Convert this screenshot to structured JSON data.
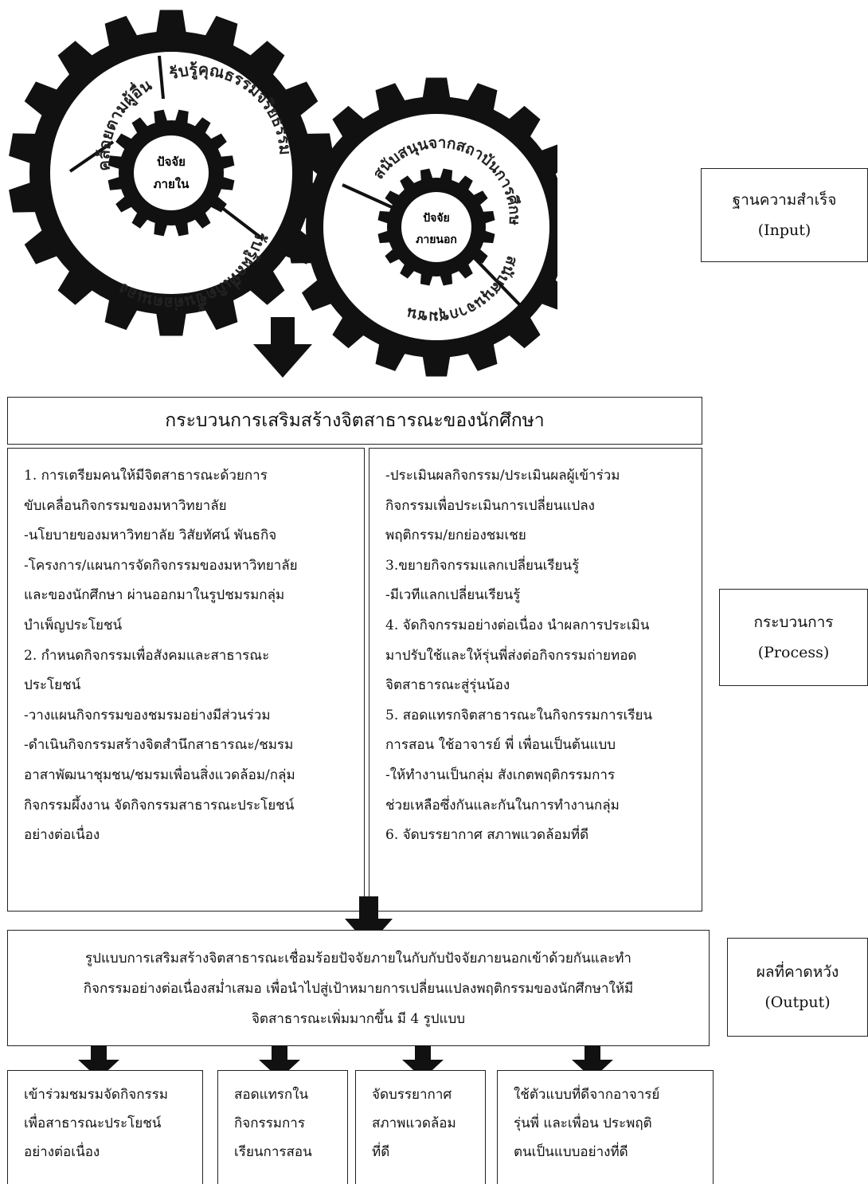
{
  "gears": {
    "internal": {
      "center_line1": "ปัจจัย",
      "center_line2": "ภายใน",
      "segments": [
        "คล้อยตามผู้อื่น",
        "รับรู้คุณธรรมจริยธรรม",
        "รับรู้ผลที่เกิดขึ้นต่อตนเอง"
      ]
    },
    "external": {
      "center_line1": "ปัจจัย",
      "center_line2": "ภายนอก",
      "segments": [
        "สนับสนุนจากสถาบันการศึกษา",
        "สนับสนุนจากชุมชน"
      ]
    }
  },
  "labels": {
    "input": {
      "line1": "ฐานความสำเร็จ",
      "line2": "(Input)"
    },
    "process": {
      "line1": "กระบวนการ",
      "line2": "(Process)"
    },
    "output": {
      "line1": "ผลที่คาดหวัง",
      "line2": "(Output)"
    }
  },
  "process": {
    "title": "กระบวนการเสริมสร้างจิตสาธารณะของนักศึกษา",
    "left_lines": [
      "1. การเตรียมคนให้มีจิตสาธารณะด้วยการ",
      "ขับเคลื่อนกิจกรรมของมหาวิทยาลัย",
      "-นโยบายของมหาวิทยาลัย วิสัยทัศน์ พันธกิจ",
      "-โครงการ/แผนการจัดกิจกรรมของมหาวิทยาลัย",
      "และของนักศึกษา ผ่านออกมาในรูปชมรมกลุ่ม",
      "บำเพ็ญประโยชน์",
      "2. กำหนดกิจกรรมเพื่อสังคมและสาธารณะ",
      "ประโยชน์",
      "-วางแผนกิจกรรมของชมรมอย่างมีส่วนร่วม",
      "-ดำเนินกิจกรรมสร้างจิตสำนึกสาธารณะ/ชมรม",
      "อาสาพัฒนาชุมชน/ชมรมเพื่อนสิ่งแวดล้อม/กลุ่ม",
      "กิจกรรมผึ้งงาน จัดกิจกรรมสาธารณะประโยชน์",
      "อย่างต่อเนื่อง"
    ],
    "right_lines": [
      "-ประเมินผลกิจกรรม/ประเมินผลผู้เข้าร่วม",
      "กิจกรรมเพื่อประเมินการเปลี่ยนแปลง",
      "พฤติกรรม/ยกย่องชมเชย",
      "3.ขยายกิจกรรมแลกเปลี่ยนเรียนรู้",
      "-มีเวทีแลกเปลี่ยนเรียนรู้",
      "4. จัดกิจกรรมอย่างต่อเนื่อง นำผลการประเมิน",
      "มาปรับใช้และให้รุ่นพี่ส่งต่อกิจกรรมถ่ายทอด",
      "จิตสาธารณะสู่รุ่นน้อง",
      "5. สอดแทรกจิตสาธารณะในกิจกรรมการเรียน",
      "การสอน ใช้อาจารย์ พี่ เพื่อนเป็นต้นแบบ",
      "-ให้ทำงานเป็นกลุ่ม สังเกตพฤติกรรมการ",
      "ช่วยเหลือซึ่งกันและกันในการทำงานกลุ่ม",
      "6. จัดบรรยากาศ สภาพแวดล้อมที่ดี"
    ]
  },
  "output_model": [
    "รูปแบบการเสริมสร้างจิตสาธารณะเชื่อมร้อยปัจจัยภายในกับกับปัจจัยภายนอกเข้าด้วยกันและทำ",
    "กิจกรรมอย่างต่อเนื่องสม่ำเสมอ เพื่อนำไปสู่เป้าหมายการเปลี่ยนแปลงพฤติกรรมของนักศึกษาให้มี",
    "จิตสาธารณะเพิ่มมากขึ้น มี 4 รูปแบบ"
  ],
  "models": [
    [
      "เข้าร่วมชมรมจัดกิจกรรม",
      "เพื่อสาธารณะประโยชน์",
      "อย่างต่อเนื่อง"
    ],
    [
      "สอดแทรกใน",
      "กิจกรรมการ",
      "เรียนการสอน"
    ],
    [
      "จัดบรรยากาศ",
      "สภาพแวดล้อม",
      "ที่ดี"
    ],
    [
      "ใช้ตัวแบบที่ดีจากอาจารย์",
      "รุ่นพี่ และเพื่อน ประพฤติ",
      "ตนเป็นแบบอย่างที่ดี"
    ]
  ]
}
